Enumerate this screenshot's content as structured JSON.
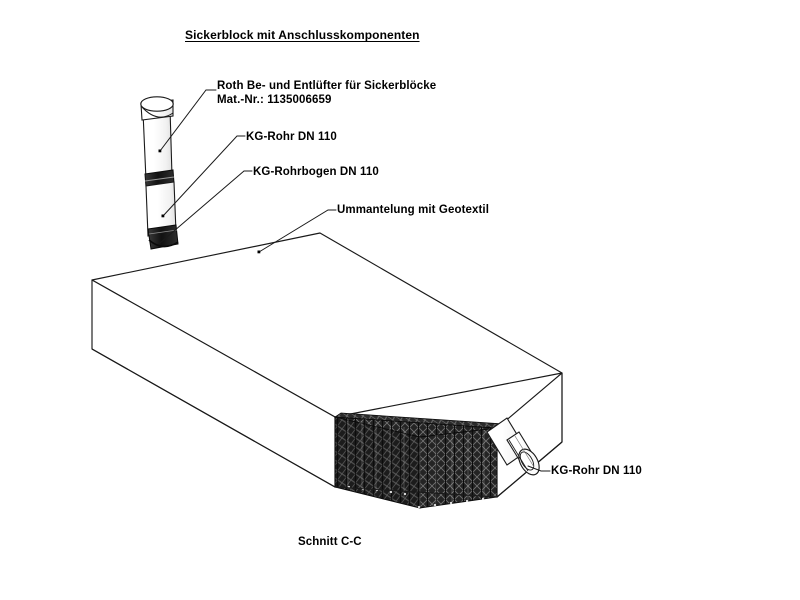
{
  "sheet": {
    "title": "Sickerblock mit Anschlusskomponenten",
    "section_caption": "Schnitt C-C",
    "background_color": "#ffffff",
    "line_color": "#1a1a1a",
    "mesh_color": "#262626",
    "text_color": "#000000"
  },
  "callouts": {
    "vent": {
      "line1": "Roth Be- und Entlüfter für Sickerblöcke",
      "line2": "Mat.-Nr.: 1135006659"
    },
    "pipe_top": "KG-Rohr DN 110",
    "bend": "KG-Rohrbogen DN 110",
    "geotextile": "Ummantelung mit Geotextil",
    "pipe_outlet": "KG-Rohr DN 110"
  },
  "components": {
    "vent_cap": "roth-vent-cap",
    "riser_pipe": "kg-riser-pipe",
    "coupling": "pipe-coupling-band",
    "elbow": "kg-elbow-dn110",
    "crate_block": "soakaway-crate-block",
    "geotextile_wrap": "geotextile-wrapping",
    "outlet_pipe": "kg-outlet-pipe-dn110",
    "outlet_socket": "kg-outlet-socket"
  }
}
